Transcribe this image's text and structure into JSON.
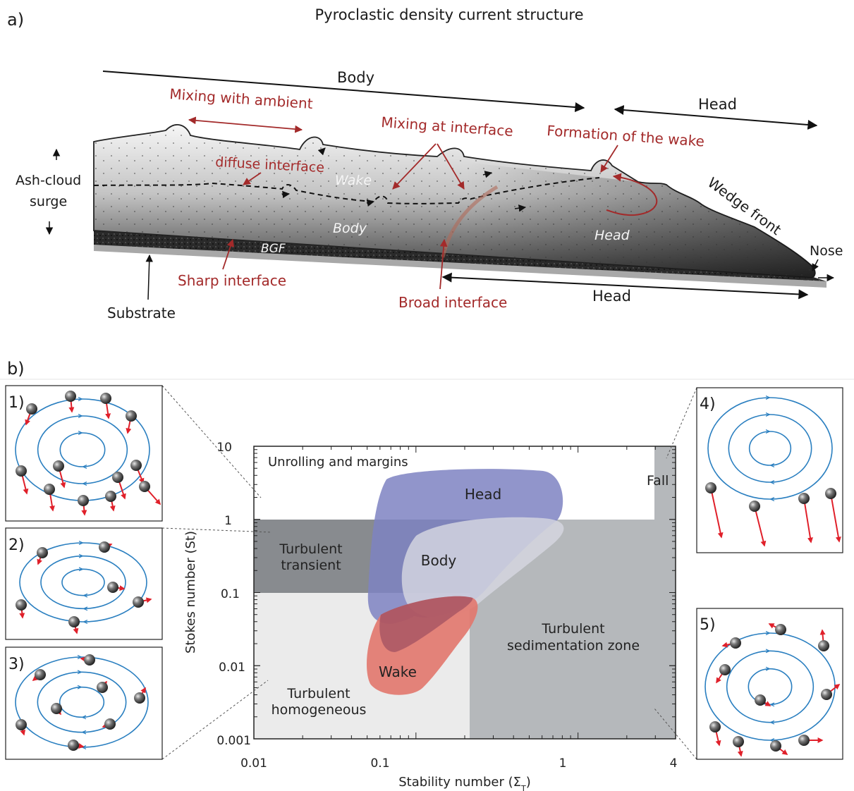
{
  "panel_a": {
    "panel_label": "a)",
    "title": "Pyroclastic density current structure",
    "labels": {
      "body_top": "Body",
      "head_top": "Head",
      "mixing_ambient": "Mixing with ambient",
      "mixing_interface": "Mixing at interface",
      "formation_wake": "Formation of the wake",
      "diffuse_interface": "diffuse interface",
      "wake": "Wake",
      "body_inner": "Body",
      "head_inner": "Head",
      "ash_cloud_1": "Ash-cloud",
      "ash_cloud_2": "surge",
      "wedge_front": "Wedge front",
      "nose": "Nose",
      "bgf": "BGF",
      "sharp_interface": "Sharp interface",
      "substrate": "Substrate",
      "broad_interface": "Broad interface",
      "head_bottom": "Head"
    }
  },
  "panel_b": {
    "panel_label": "b)",
    "insets": [
      "1)",
      "2)",
      "3)",
      "4)",
      "5)"
    ],
    "chart_data": {
      "type": "regime diagram",
      "xlabel": "Stability number (Σ",
      "xlabel_sub": "T",
      "xlabel_end": ")",
      "ylabel": "Stokes number (St)",
      "x_scale": "log",
      "y_scale": "log",
      "xlim": [
        0.01,
        4
      ],
      "ylim": [
        0.001,
        10
      ],
      "x_ticks": [
        "0.01",
        "0.1",
        "1",
        "4"
      ],
      "y_ticks": [
        "10",
        "1",
        "0.1",
        "0.01",
        "0.001"
      ],
      "regions": [
        {
          "label": "Unrolling and margins",
          "color": "#ffffff"
        },
        {
          "label_lines": [
            "Turbulent",
            "transient"
          ],
          "color": "#888b8f"
        },
        {
          "label_lines": [
            "Turbulent",
            "homogeneous"
          ],
          "color": "#ebebeb"
        },
        {
          "label_lines": [
            "Turbulent",
            "sedimentation zone"
          ],
          "color": "#b5b8bb"
        },
        {
          "label": "Fall",
          "color": "#b5b8bb"
        }
      ],
      "flow_zones": [
        {
          "label": "Head",
          "color": "#7e82c2"
        },
        {
          "label": "Body",
          "color": "#cfd0da"
        },
        {
          "label": "Wake",
          "color": "#e2776d"
        }
      ],
      "colors": {
        "particle_arrow": "#e0202a",
        "streamline": "#2a7fc0"
      }
    }
  }
}
